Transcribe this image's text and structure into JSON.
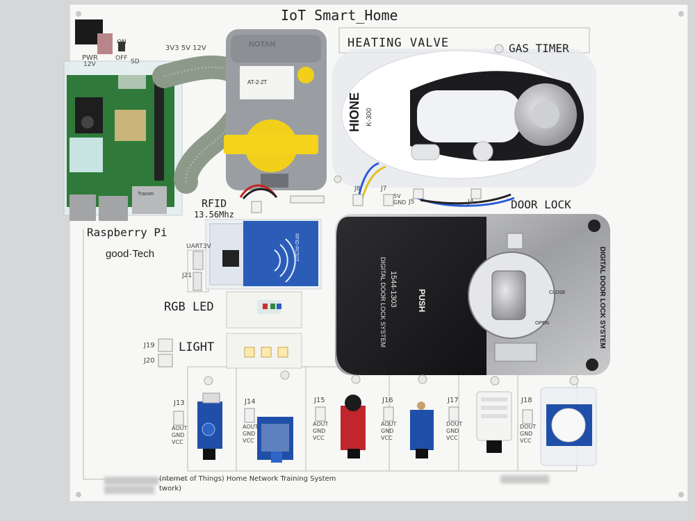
{
  "board": {
    "title": "IoT Smart_Home",
    "brand": "good·Tech",
    "footer_line1": "(nternet of Things) Home Network Training System",
    "footer_line2": "twork)"
  },
  "labels": {
    "heating_valve": "HEATING VALVE",
    "gas_timer": "GAS TIMER",
    "door_lock": "DOOR LOCK",
    "rfid": "RFID",
    "rfid_freq": "13.56Mhz",
    "raspberry_pi": "Raspberry Pi",
    "rgb_led": "RGB LED",
    "light": "LIGHT"
  },
  "power": {
    "pwr": "PWR",
    "v12": "12V",
    "on": "ON",
    "off": "OFF",
    "sd": "SD",
    "rails": "3V3  5V  12V"
  },
  "connectors": {
    "j8": "J8",
    "j7": "J7",
    "j5": "J5",
    "j4": "J4",
    "j21": "J21",
    "j19": "J19",
    "j20": "J20",
    "j13": "J13",
    "j14": "J14",
    "j15": "J15",
    "j16": "J16",
    "j17": "J17",
    "j18": "J18",
    "uart": "UART3V",
    "v5gnd": "5V GND",
    "pins_aout": "AOUT GND VCC",
    "pins_dout": "DOUT GND VCC"
  },
  "gas_timer_device": {
    "brand": "HIONE",
    "model": "K-300"
  },
  "door_lock_device": {
    "push": "PUSH",
    "model": "1544-1303",
    "system": "DIGITAL DOOR LOCK SYSTEM",
    "side_text": "DIGITAL DOOR LOCK SYSTEM",
    "close": "CLOSE",
    "open": "OPEN"
  },
  "valve_device": {
    "brand": "NOTAN",
    "model": "AT-2-2T"
  },
  "rfid_module": {
    "model": "RFID-RC522"
  },
  "pi_board": {
    "chip": "Tracom"
  },
  "colors": {
    "panel": "#f7f7f5",
    "ribbon": "#8d9a8a",
    "pcb_green": "#2f7a3a",
    "door_lock_black": "#1b1b1d",
    "door_lock_silver": "#a8a9ab",
    "sensor_blue": "#1f4fa8",
    "sensor_red": "#c0262c",
    "valve_grey": "#9a9ea3",
    "valve_yellow": "#f2cf1a",
    "rfid_blue": "#2b5db8"
  }
}
